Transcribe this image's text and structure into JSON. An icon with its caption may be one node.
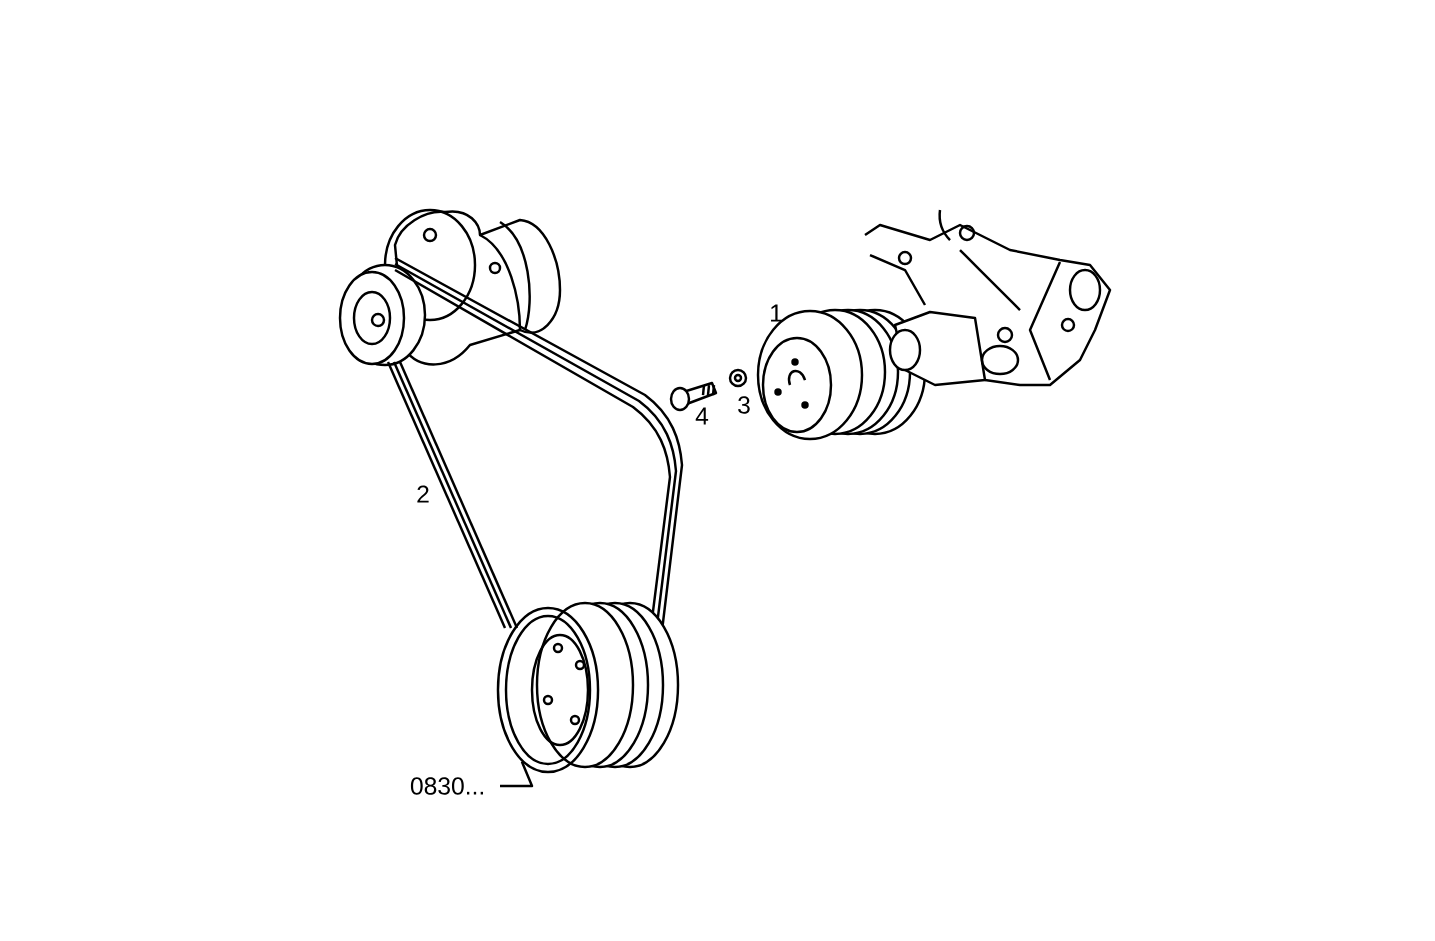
{
  "diagram": {
    "nodes": [
      {
        "text": [
          "0830..."
        ]
      },
      {
        "text": [],
        "shape": "picture"
      }
    ],
    "edges": [
      {
        "from": 0,
        "to": 1,
        "arrow": "none"
      }
    ],
    "labels": [
      "1",
      "2",
      "3",
      "4"
    ]
  }
}
